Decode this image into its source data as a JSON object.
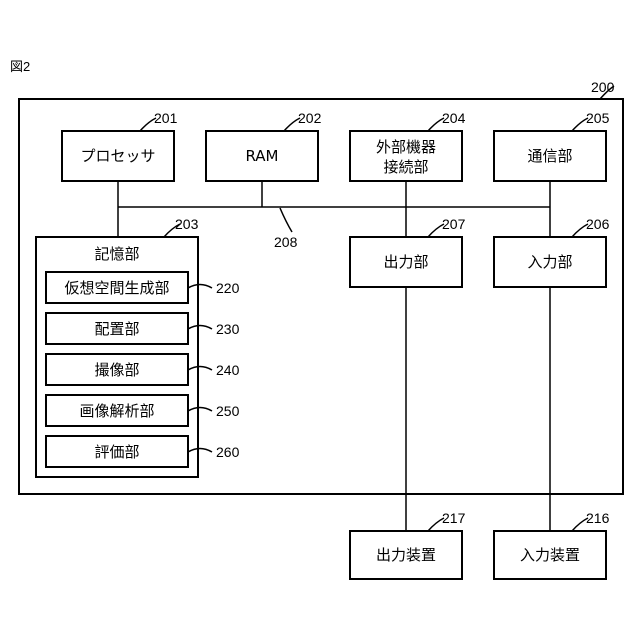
{
  "figure_label": "図2",
  "system": {
    "ref": "200"
  },
  "processor": {
    "label": "プロセッサ",
    "ref": "201"
  },
  "ram": {
    "label": "RAM",
    "ref": "202"
  },
  "external_connection": {
    "label_line1": "外部機器",
    "label_line2": "接続部",
    "ref": "204"
  },
  "communication": {
    "label": "通信部",
    "ref": "205"
  },
  "bus": {
    "ref": "208"
  },
  "storage": {
    "label": "記憶部",
    "ref": "203",
    "modules": [
      {
        "label": "仮想空間生成部",
        "ref": "220"
      },
      {
        "label": "配置部",
        "ref": "230"
      },
      {
        "label": "撮像部",
        "ref": "240"
      },
      {
        "label": "画像解析部",
        "ref": "250"
      },
      {
        "label": "評価部",
        "ref": "260"
      }
    ]
  },
  "output_unit": {
    "label": "出力部",
    "ref": "207"
  },
  "input_unit": {
    "label": "入力部",
    "ref": "206"
  },
  "output_device": {
    "label": "出力装置",
    "ref": "217"
  },
  "input_device": {
    "label": "入力装置",
    "ref": "216"
  }
}
